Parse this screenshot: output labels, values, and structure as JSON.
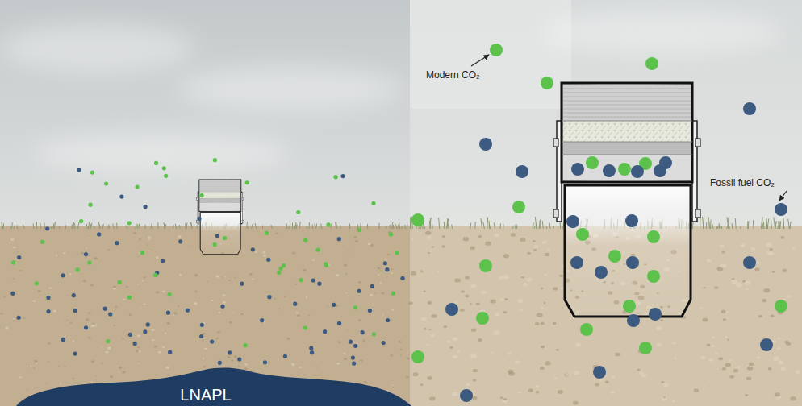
{
  "diagram": {
    "nodes": [
      {
        "text": [
          "LNAPL"
        ]
      }
    ],
    "labels": [
      "Modern CO₂",
      "Fossil fuel CO₂"
    ]
  }
}
